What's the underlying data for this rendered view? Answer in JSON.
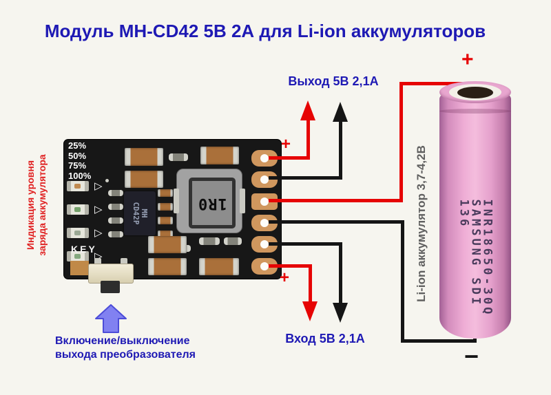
{
  "title": "Модуль  MH-CD42 5В 2А для Li-ion аккумуляторов",
  "labels": {
    "output": "Выход 5В 2,1А",
    "input": "Вход 5В 2,1А",
    "indication": [
      "Индикация уровня",
      "заряда аккумулятора"
    ],
    "switch_note": [
      "Включение/выключение",
      "выхода преобразователя"
    ],
    "battery_side": "Li-ion аккумулятор 3,7-4,2В",
    "plus": "+",
    "minus": "−"
  },
  "board": {
    "charge_levels": [
      "25%",
      "50%",
      "75%",
      "100%"
    ],
    "key_label": "KEY",
    "chip_marking": [
      "MH",
      "CD42P"
    ],
    "inductor_marking": "1R0",
    "led_arrow_icon": "▷"
  },
  "battery": {
    "print": [
      "INR18650-30Q",
      "SAMSUNG SDI",
      "136"
    ]
  },
  "colors": {
    "title_blue": "#1e19b4",
    "label_red": "#e02222",
    "wire_red": "#e60404",
    "wire_black": "#151515",
    "board_black": "#171717",
    "pad_copper": "#d0975e",
    "battery_pink": "#e7a4ce",
    "battery_print_ink": "#4a3b5c",
    "battery_side_gray": "#606060",
    "switch_arrow_purple": "#8181f1"
  }
}
